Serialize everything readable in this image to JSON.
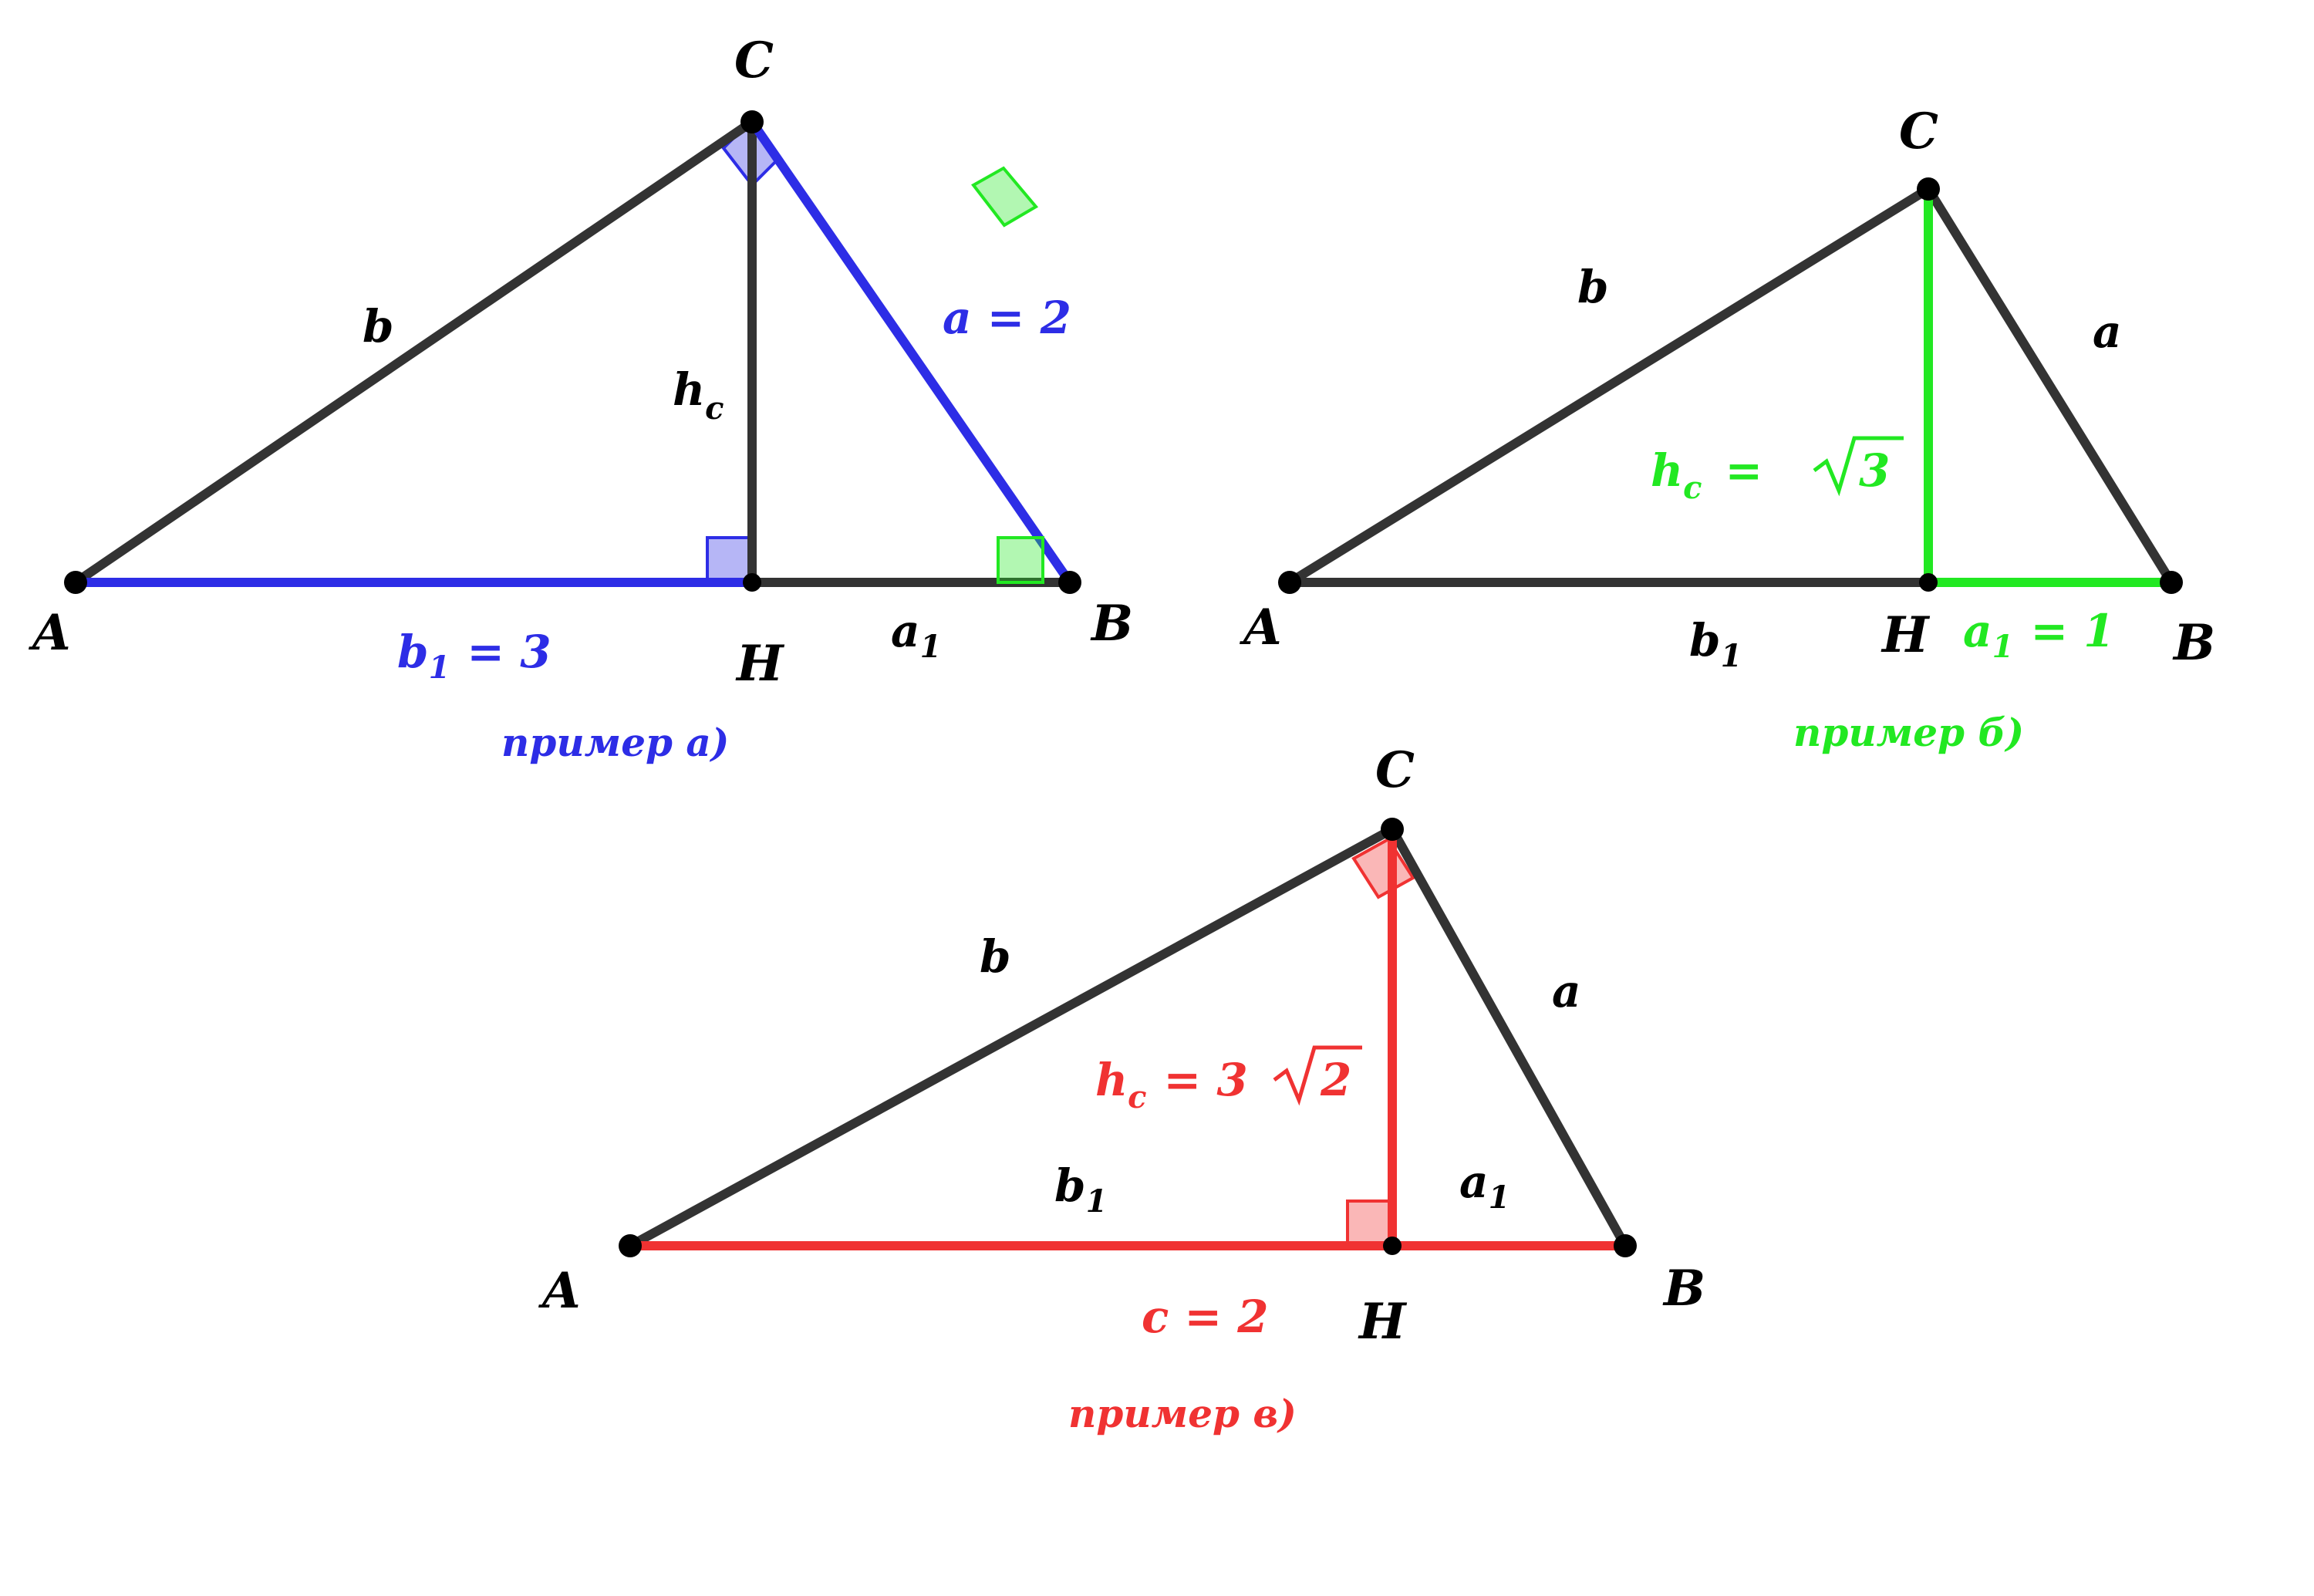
{
  "colors": {
    "dark": "#333333",
    "blue": "#2d2de6",
    "green": "#22e822",
    "red": "#f03232"
  },
  "diagram_a": {
    "points": {
      "A": "A",
      "B": "B",
      "C": "C",
      "H": "H"
    },
    "labels": {
      "b": "b",
      "h_main": "h",
      "h_sub": "c",
      "a_eq": "a = 2",
      "b1_main": "b",
      "b1_sub": "1",
      "b1_eq": "= 3",
      "a1_main": "a",
      "a1_sub": "1"
    },
    "caption": "пример а)"
  },
  "diagram_b": {
    "points": {
      "A": "A",
      "B": "B",
      "C": "C",
      "H": "H"
    },
    "labels": {
      "b": "b",
      "a": "a",
      "h_main": "h",
      "h_sub": "c",
      "h_eq": "=",
      "h_val": "3",
      "b1_main": "b",
      "b1_sub": "1",
      "a1_main": "a",
      "a1_sub": "1",
      "a1_eq": "= 1"
    },
    "caption": "пример б)"
  },
  "diagram_c": {
    "points": {
      "A": "A",
      "B": "B",
      "C": "C",
      "H": "H"
    },
    "labels": {
      "b": "b",
      "a": "a",
      "h_main": "h",
      "h_sub": "c",
      "h_eq": "= 3",
      "h_val": "2",
      "b1_main": "b",
      "b1_sub": "1",
      "a1_main": "a",
      "a1_sub": "1",
      "c_eq": "c = 2"
    },
    "caption": "пример в)"
  }
}
